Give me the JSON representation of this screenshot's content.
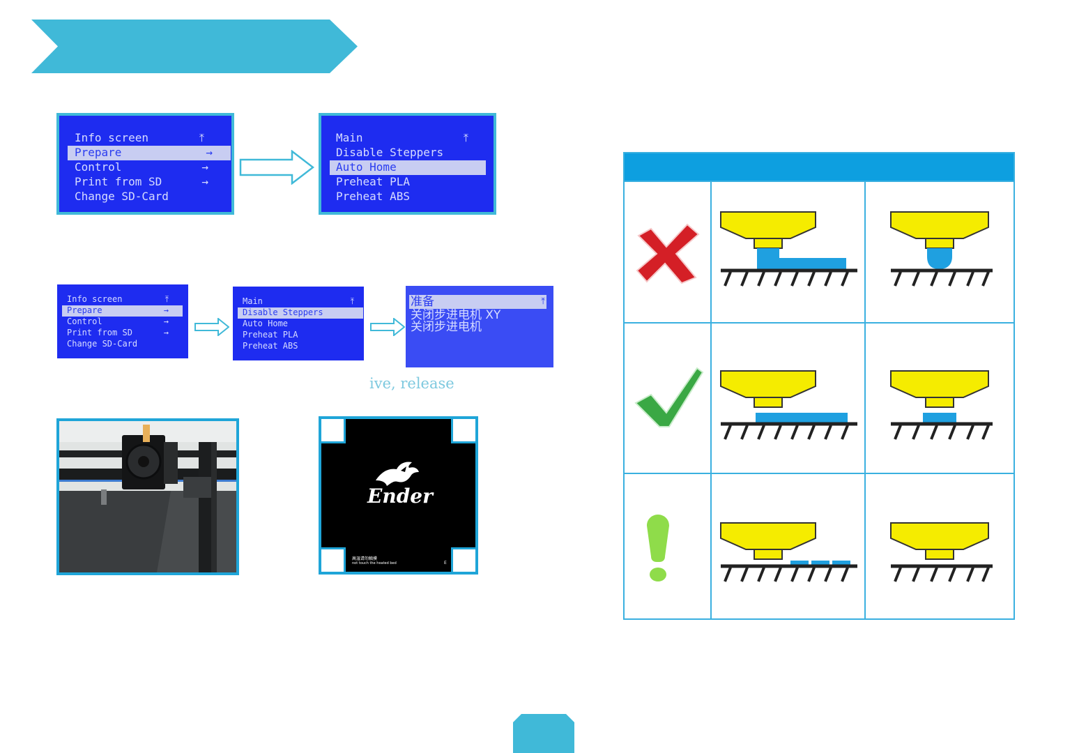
{
  "colors": {
    "accent": "#40b9d8",
    "lcd_bg": "#1e2cf0",
    "table_header": "#0d9fe0",
    "nozzle_yellow": "#f5ec00",
    "filament_blue": "#1fa0e0"
  },
  "lcd_main_large": {
    "rows": [
      {
        "label": "Info screen",
        "right": "⤒"
      },
      {
        "label": "Prepare",
        "right": "→"
      },
      {
        "label": "Control",
        "right": "→"
      },
      {
        "label": "Print from SD",
        "right": "→"
      },
      {
        "label": "Change SD-Card",
        "right": ""
      }
    ]
  },
  "lcd_prepare_large": {
    "rows": [
      {
        "label": "Main",
        "right": "⤒"
      },
      {
        "label": "Disable Steppers",
        "right": ""
      },
      {
        "label": "Auto Home",
        "right": ""
      },
      {
        "label": "Preheat PLA",
        "right": ""
      },
      {
        "label": "Preheat ABS",
        "right": ""
      }
    ]
  },
  "lcd_main_small": {
    "rows": [
      {
        "label": "Info screen",
        "right": "⤒"
      },
      {
        "label": "Prepare",
        "right": "→"
      },
      {
        "label": "Control",
        "right": "→"
      },
      {
        "label": "Print from SD",
        "right": "→"
      },
      {
        "label": "Change SD-Card",
        "right": ""
      }
    ]
  },
  "lcd_prepare_small": {
    "rows": [
      {
        "label": "Main",
        "right": "⤒"
      },
      {
        "label": "Disable Steppers",
        "right": ""
      },
      {
        "label": "Auto Home",
        "right": ""
      },
      {
        "label": "Preheat PLA",
        "right": ""
      },
      {
        "label": "Preheat ABS",
        "right": ""
      }
    ]
  },
  "lcd_chinese": {
    "rows": [
      {
        "label": "准备",
        "right": "⤒"
      },
      {
        "label": "关闭步进电机 XY",
        "right": ""
      },
      {
        "label": "关闭步进电机",
        "right": ""
      }
    ]
  },
  "caption": "ive,  release",
  "heated_bed": {
    "logo_text": "Ender",
    "warning_cn": "高温请勿触摸",
    "warning_en": "not touch the heated bed",
    "corner_mark": "E"
  },
  "leveling_table": {
    "rows": [
      {
        "status": "wrong",
        "icon": "red-x-icon"
      },
      {
        "status": "correct",
        "icon": "green-check-icon"
      },
      {
        "status": "warning",
        "icon": "green-exclamation-icon"
      }
    ]
  }
}
